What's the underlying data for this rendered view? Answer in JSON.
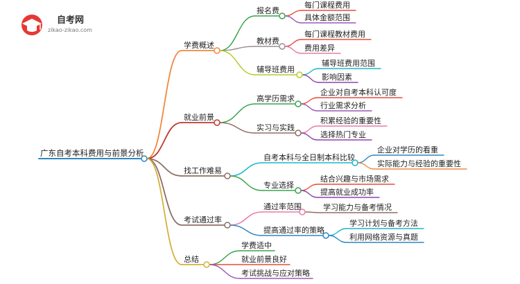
{
  "logo": {
    "title": "自考网",
    "subtitle": "zikao-zikao.com"
  },
  "root": "广东自考本科费用与前景分析",
  "branches": [
    {
      "label": "学费概述",
      "color": "#f0883e",
      "children": [
        {
          "label": "报名费",
          "color": "#3aa34a",
          "leaves": [
            {
              "label": "每门课程费用",
              "color": "#e74c3c"
            },
            {
              "label": "具体金额范围",
              "color": "#9b59b6"
            }
          ]
        },
        {
          "label": "教材费",
          "color": "#9b8e8e",
          "leaves": [
            {
              "label": "每门课程教材费用",
              "color": "#e74c3c"
            },
            {
              "label": "费用差异",
              "color": "#e87aa8"
            }
          ]
        },
        {
          "label": "辅导班费用",
          "color": "#b8cc2b",
          "leaves": [
            {
              "label": "辅导班费用范围",
              "color": "#1bb5c9"
            },
            {
              "label": "影响因素",
              "color": "#8e44ad"
            }
          ]
        }
      ]
    },
    {
      "label": "就业前景",
      "color": "#c0392b",
      "children": [
        {
          "label": "高学历需求",
          "color": "#3aa34a",
          "leaves": [
            {
              "label": "企业对自考本科认可度",
              "color": "#e74c3c"
            },
            {
              "label": "行业需求分析",
              "color": "#9b59b6"
            }
          ]
        },
        {
          "label": "实习与实践",
          "color": "#8d6e63",
          "leaves": [
            {
              "label": "积累经验的重要性",
              "color": "#e87aa8"
            },
            {
              "label": "选择热门专业",
              "color": "#8e44ad"
            }
          ]
        }
      ]
    },
    {
      "label": "找工作难易",
      "color": "#8d6e63",
      "children": [
        {
          "label": "自考本科与全日制本科比较",
          "color": "#1bb5c9",
          "leaves": [
            {
              "label": "企业对学历的看重",
              "color": "#2e86c1"
            },
            {
              "label": "实际能力与经验的重要性",
              "color": "#f0883e"
            }
          ]
        },
        {
          "label": "专业选择",
          "color": "#3aa34a",
          "leaves": [
            {
              "label": "结合兴趣与市场需求",
              "color": "#e74c3c"
            },
            {
              "label": "提高就业成功率",
              "color": "#8e44ad"
            }
          ]
        }
      ]
    },
    {
      "label": "考试通过率",
      "color": "#8d6e63",
      "children": [
        {
          "label": "通过率范围",
          "color": "#e87aa8",
          "leaves": [
            {
              "label": "学习能力与备考情况",
              "color": "#8d6e63"
            }
          ]
        },
        {
          "label": "提高通过率的策略",
          "color": "#2e86c1",
          "leaves": [
            {
              "label": "学习计划与备考方法",
              "color": "#1bb5c9"
            },
            {
              "label": "利用网络资源与真题",
              "color": "#2e86c1"
            }
          ]
        }
      ]
    },
    {
      "label": "总结",
      "color": "#d4b03a",
      "children": [
        {
          "label": "学费适中",
          "color": "#3aa34a",
          "leaves": []
        },
        {
          "label": "就业前景良好",
          "color": "#e74c3c",
          "leaves": []
        },
        {
          "label": "考试挑战与应对策略",
          "color": "#9b59b6",
          "leaves": []
        }
      ]
    }
  ]
}
